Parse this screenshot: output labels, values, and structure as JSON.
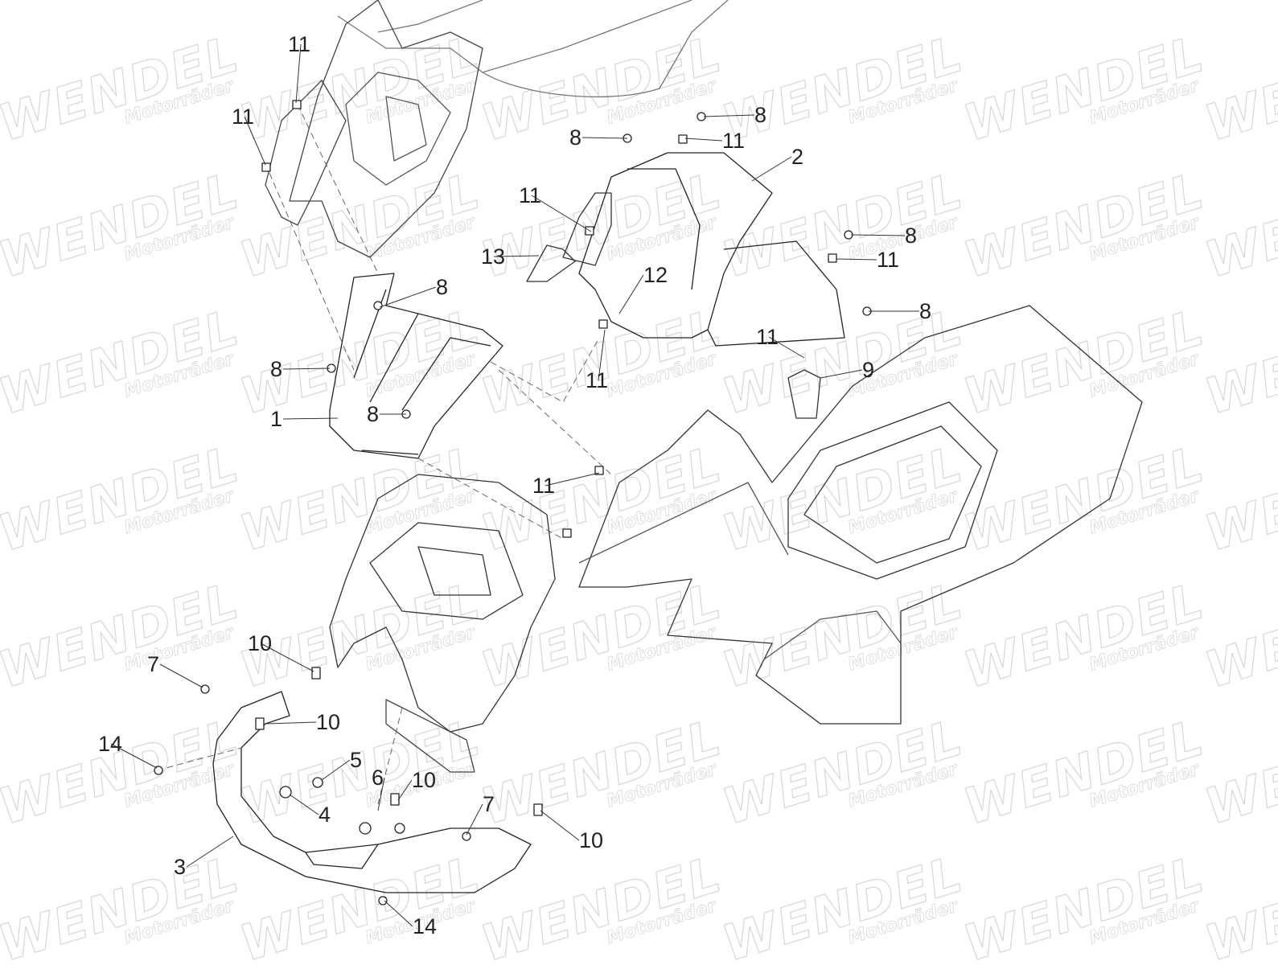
{
  "watermark": {
    "brand": "WENDEL",
    "sub": "Motorräder"
  },
  "callouts": [
    "11",
    "11",
    "8",
    "8",
    "11",
    "2",
    "11",
    "13",
    "8",
    "11",
    "8",
    "12",
    "8",
    "8",
    "11",
    "9",
    "11",
    "1",
    "8",
    "11",
    "10",
    "7",
    "10",
    "14",
    "5",
    "6",
    "10",
    "4",
    "7",
    "10",
    "3",
    "14"
  ]
}
